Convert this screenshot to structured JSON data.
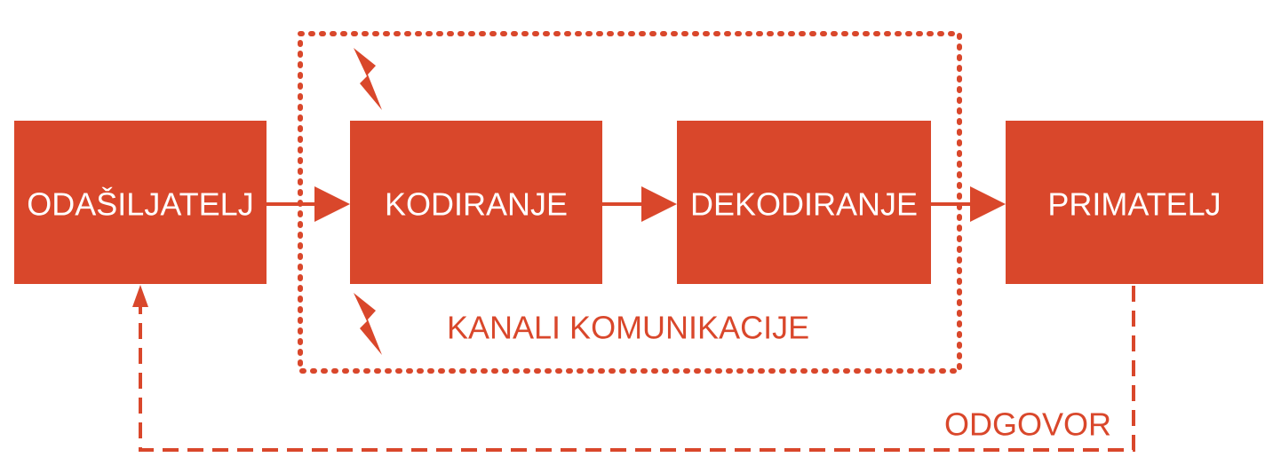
{
  "diagram": {
    "top_cropped_text": "",
    "blocks": {
      "sender": "ODAŠILJATELJ",
      "encoding": "KODIRANJE",
      "decoding": "DEKODIRANJE",
      "receiver": "PRIMATELJ"
    },
    "channel_label": "KANALI KOMUNIKACIJE",
    "feedback_label": "ODGOVOR"
  },
  "colors": {
    "accent": "#d9472b",
    "block_text": "#ffffff",
    "background": "#ffffff"
  }
}
